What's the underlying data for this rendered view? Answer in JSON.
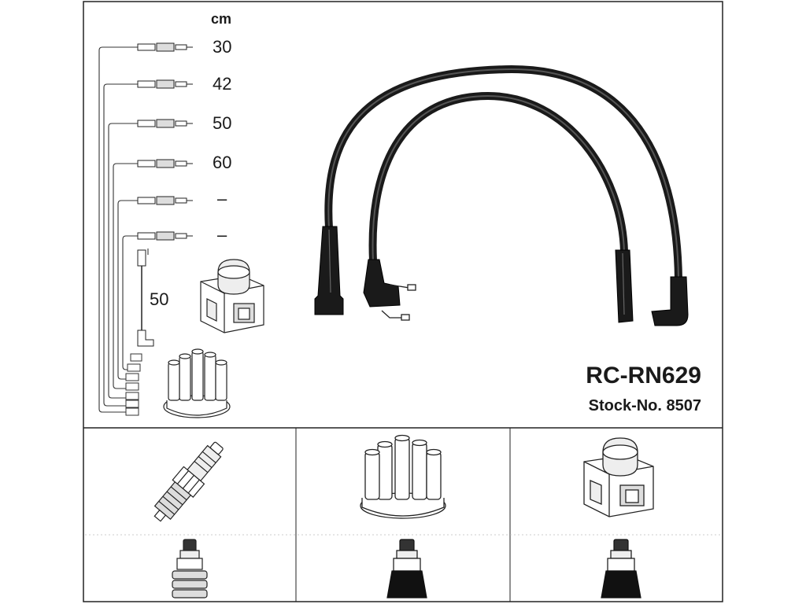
{
  "unit_label": "cm",
  "lengths": [
    {
      "label": "30"
    },
    {
      "label": "42"
    },
    {
      "label": "50"
    },
    {
      "label": "60"
    },
    {
      "label": "–"
    },
    {
      "label": "–"
    }
  ],
  "coil_lead_length": "50",
  "product_code": "RC-RN629",
  "stock_number": "Stock-No. 8507",
  "panels": [
    {
      "part": "spark-plug",
      "boot": "straight-boot"
    },
    {
      "part": "distributor-cap",
      "boot": "black-boot"
    },
    {
      "part": "ignition-coil",
      "boot": "black-boot"
    }
  ]
}
